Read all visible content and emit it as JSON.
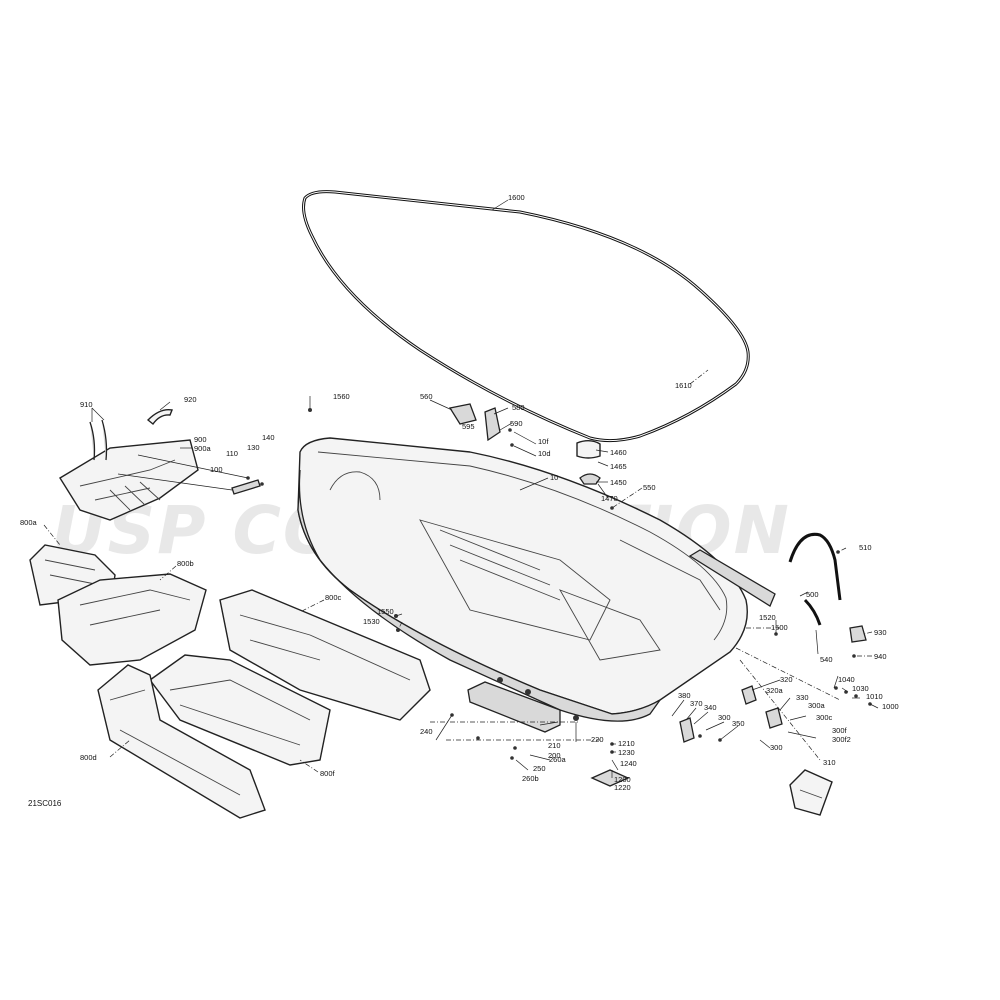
{
  "diagram": {
    "code": "21SC016",
    "watermark": "USP CORPORATION",
    "callouts": {
      "c1600": "1600",
      "c1610": "1610",
      "c910": "910",
      "c920": "920",
      "c900": "900",
      "c900a": "900a",
      "c800a": "800a",
      "c800b": "800b",
      "c800c": "800c",
      "c800d": "800d",
      "c800f": "800f",
      "c100": "100",
      "c110": "110",
      "c130": "130",
      "c140": "140",
      "c1560": "1560",
      "c1550": "1550",
      "c1530": "1530",
      "c560": "560",
      "c580": "580",
      "c590": "590",
      "c595": "595",
      "c10f": "10f",
      "c10d": "10d",
      "c10": "10",
      "c1460": "1460",
      "c1465": "1465",
      "c1450": "1450",
      "c1470": "1470",
      "c550": "550",
      "c510": "510",
      "c500": "500",
      "c540": "540",
      "c930": "930",
      "c940": "940",
      "c1520": "1520",
      "c1500": "1500",
      "c320": "320",
      "c320a": "320a",
      "c330": "330",
      "c300a": "300a",
      "c300c": "300c",
      "c300f": "300f",
      "c300f2": "300f2",
      "c300": "300",
      "c310": "310",
      "c1040": "1040",
      "c1030": "1030",
      "c1010": "1010",
      "c1000": "1000",
      "c380": "380",
      "c370": "370",
      "c340": "340",
      "c300b": "300",
      "c350": "350",
      "c240": "240",
      "c210": "210",
      "c200": "200",
      "c220": "220",
      "c260a": "260a",
      "c250": "250",
      "c260b": "260b",
      "c1210": "1210",
      "c1230": "1230",
      "c1240": "1240",
      "c1200": "1200",
      "c1220": "1220"
    }
  }
}
